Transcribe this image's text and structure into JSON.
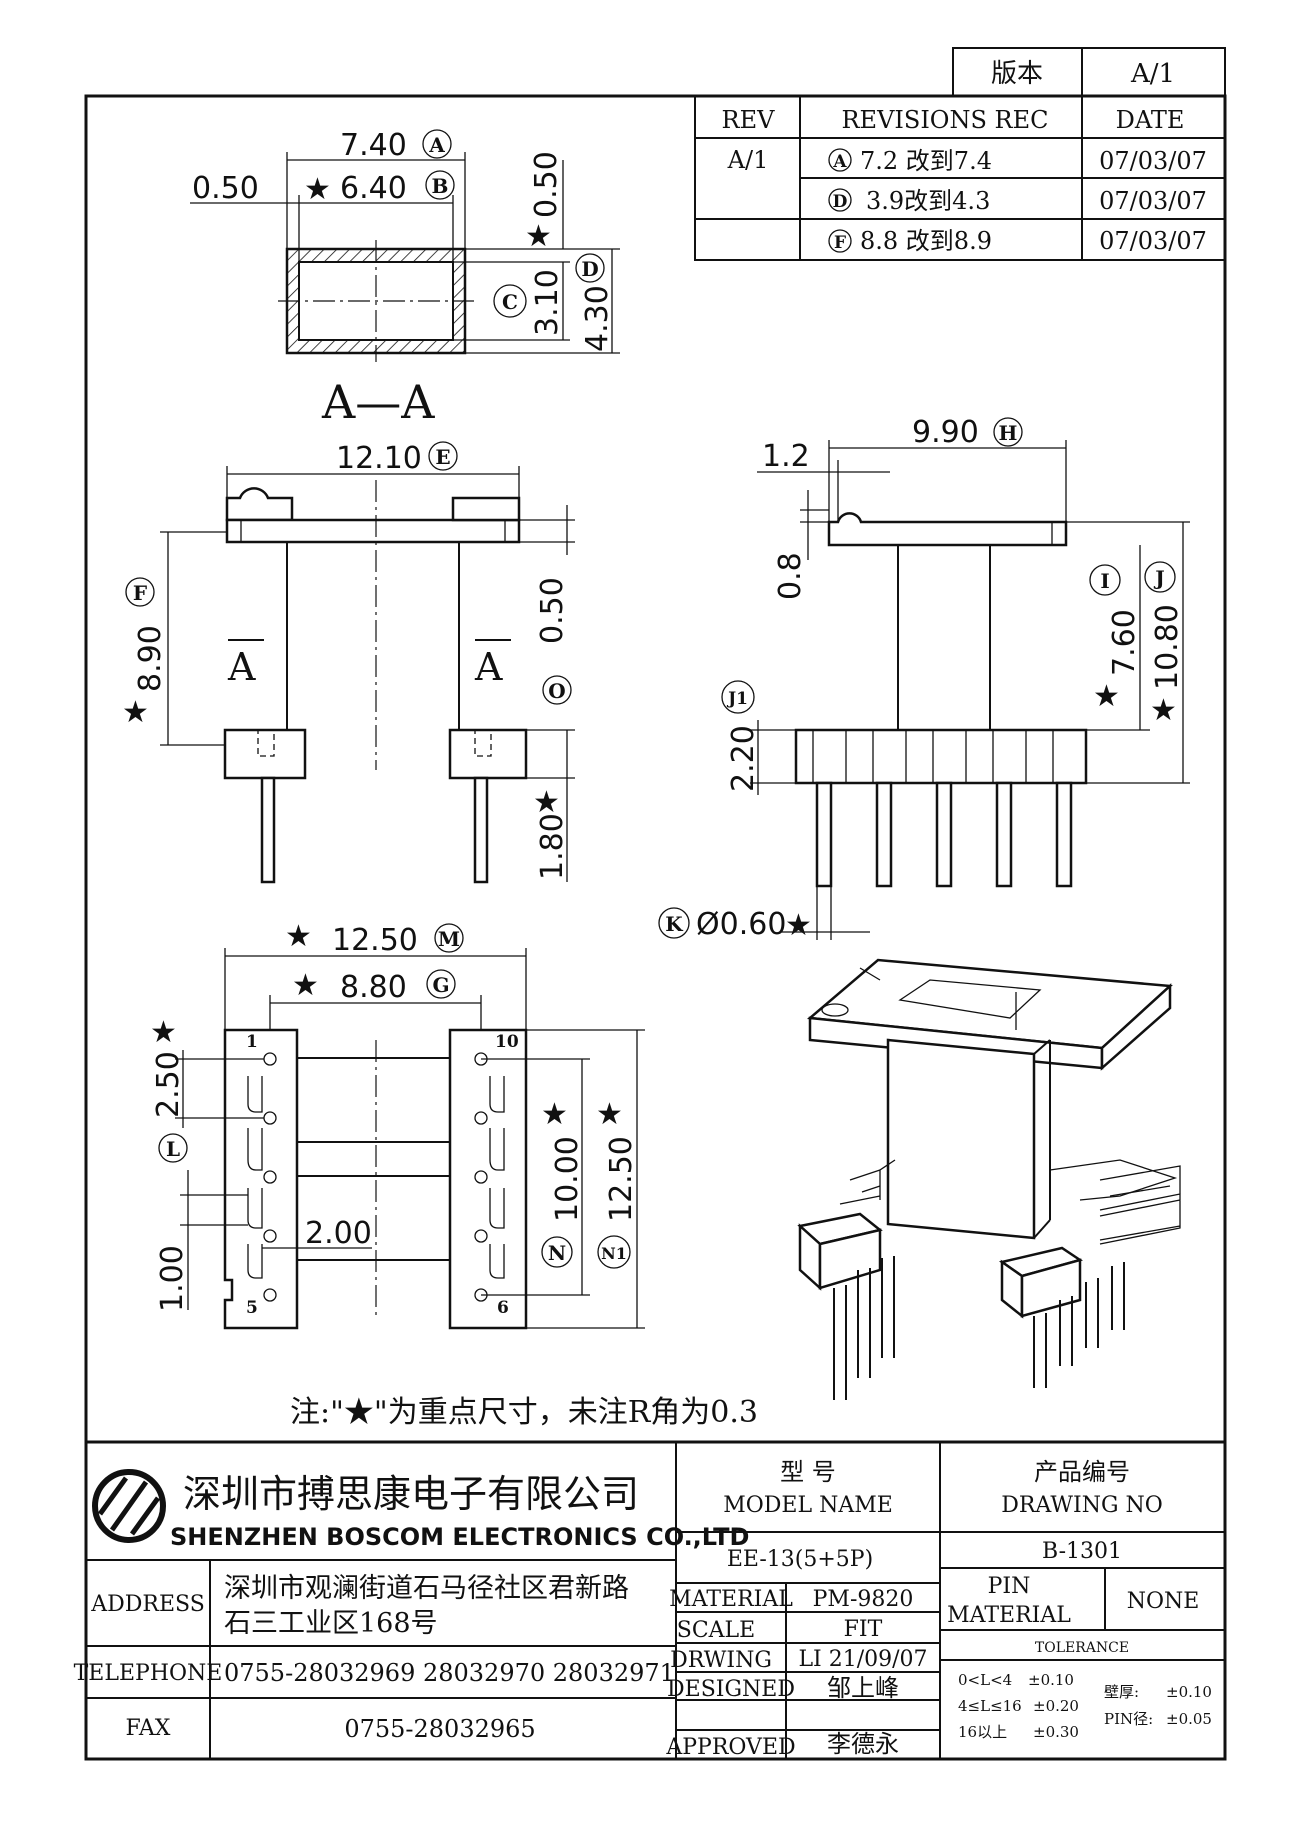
{
  "header": {
    "version_label": "版本",
    "version_value": "A/1"
  },
  "revisions": {
    "col_rev": "REV",
    "col_rec": "REVISIONS REC",
    "col_date": "DATE",
    "rows": [
      {
        "rev": "A/1",
        "mark": "A",
        "text": "7.2  改到7.4",
        "date": "07/03/07"
      },
      {
        "rev": "",
        "mark": "D",
        "text": "3.9改到4.3",
        "date": "07/03/07"
      },
      {
        "rev": "",
        "mark": "F",
        "text": "8.8  改到8.9",
        "date": "07/03/07"
      }
    ]
  },
  "drawing": {
    "section_label": "A—A",
    "section_mark": "A",
    "dims": {
      "a": "7.40",
      "b": "6.40",
      "c_left": "0.50",
      "d_top": "0.50",
      "c": "3.10",
      "d": "4.30",
      "e": "12.10",
      "f": "8.90",
      "flange": "0.50",
      "pin_len": "1.80",
      "h": "9.90",
      "h_off": "1.2",
      "h_th": "0.8",
      "i": "7.60",
      "j": "10.80",
      "j1": "2.20",
      "k": "Ø0.60",
      "m": "12.50",
      "g": "8.80",
      "pitch": "2.50",
      "l_gap": "1.00",
      "slot": "2.00",
      "n": "10.00",
      "n1": "12.50"
    },
    "labels": {
      "A": "A",
      "B": "B",
      "C": "C",
      "D": "D",
      "E": "E",
      "F": "F",
      "H": "H",
      "I": "I",
      "J": "J",
      "J1": "J1",
      "K": "K",
      "M": "M",
      "G": "G",
      "L": "L",
      "N": "N",
      "N1": "N1",
      "O": "O"
    },
    "pins": {
      "p1": "1",
      "p5": "5",
      "p6": "6",
      "p10": "10"
    },
    "star": "★",
    "note": "注:\"★\"为重点尺寸，未注R角为0.3"
  },
  "title_block": {
    "company_cn": "深圳市搏思康电子有限公司",
    "company_en": "SHENZHEN BOSCOM ELECTRONICS CO.,LTD",
    "address_label": "ADDRESS",
    "address_line1": "深圳市观澜街道石马径社区君新路",
    "address_line2": "石三工业区168号",
    "telephone_label": "TELEPHONE",
    "telephone": "0755-28032969 28032970 28032971",
    "fax_label": "FAX",
    "fax": "0755-28032965",
    "model_name_cn": "型    号",
    "model_name_en": "MODEL NAME",
    "model_value": "EE-13(5+5P)",
    "drawing_no_cn": "产品编号",
    "drawing_no_en": "DRAWING NO",
    "drawing_no_value": "B-1301",
    "material_label": "MATERIAL",
    "material_value": "PM-9820",
    "scale_label": "SCALE",
    "scale_value": "FIT",
    "drwing_label": "DRWING",
    "drwing_value": "LI 21/09/07",
    "designed_label": "DESIGNED",
    "designed_value": "邹上峰",
    "approved_label": "APPROVED",
    "approved_value": "李德永",
    "pin_material_label_1": "PIN",
    "pin_material_label_2": "MATERIAL",
    "pin_material_value": "NONE",
    "tolerance_label": "TOLERANCE",
    "tol": [
      {
        "range": "0<L<4",
        "value": "±0.10"
      },
      {
        "range": "4≤L≤16",
        "value": "±0.20"
      },
      {
        "range": "16以上",
        "value": "±0.30"
      }
    ],
    "tol_wall_label": "壁厚:",
    "tol_wall_value": "±0.10",
    "tol_pin_label": "PIN径:",
    "tol_pin_value": "±0.05"
  }
}
